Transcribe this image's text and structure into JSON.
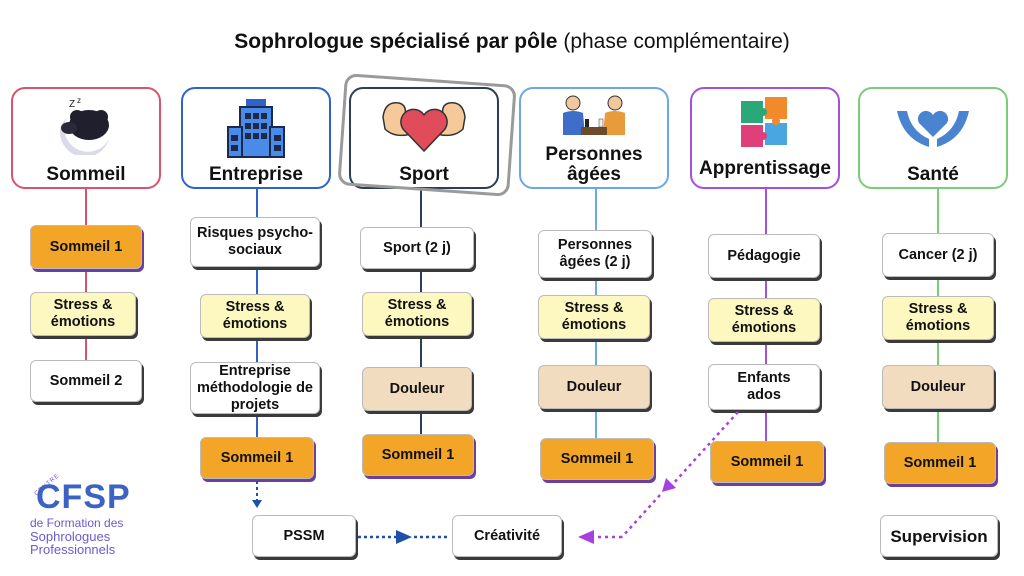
{
  "title": {
    "bold": "Sophrologue spécialisé par pôle",
    "normal": "(phase complémentaire)"
  },
  "colors": {
    "sommeil": "#d9536a",
    "entreprise": "#2f63c9",
    "sport": "#2c3e5a",
    "personnes": "#6aa8e8",
    "apprentissage": "#a450d8",
    "sante": "#7ccb78",
    "orange_box": "#f2a526",
    "yellow_box": "#fdf8c0",
    "tan_box": "#f1dcc0",
    "arrow_blue": "#1f4fa8",
    "arrow_purple": "#a640e0"
  },
  "poles": [
    {
      "key": "sommeil",
      "label": "Sommeil",
      "icon": "sleeping-sheep-icon",
      "boxes": [
        "Sommeil 1",
        "Stress & émotions",
        "Sommeil 2"
      ]
    },
    {
      "key": "entreprise",
      "label": "Entreprise",
      "icon": "office-building-icon",
      "boxes": [
        "Risques psycho-sociaux",
        "Stress & émotions",
        "Entreprise méthodologie de projets",
        "Sommeil 1"
      ]
    },
    {
      "key": "sport",
      "label": "Sport",
      "icon": "heart-muscle-icon",
      "boxes": [
        "Sport (2 j)",
        "Stress & émotions",
        "Douleur",
        "Sommeil 1"
      ]
    },
    {
      "key": "personnes",
      "label": "Personnes âgées",
      "icon": "elderly-chess-icon",
      "boxes": [
        "Personnes âgées (2 j)",
        "Stress & émotions",
        "Douleur",
        "Sommeil 1"
      ]
    },
    {
      "key": "apprentissage",
      "label": "Apprentissage",
      "icon": "puzzle-icon",
      "boxes": [
        "Pédagogie",
        "Stress & émotions",
        "Enfants ados",
        "Sommeil 1"
      ]
    },
    {
      "key": "sante",
      "label": "Santé",
      "icon": "hands-heart-icon",
      "boxes": [
        "Cancer (2 j)",
        "Stress & émotions",
        "Douleur",
        "Sommeil 1"
      ]
    }
  ],
  "bottom": {
    "pssm": "PSSM",
    "creativite": "Créativité",
    "supervision": "Supervision"
  },
  "logo": {
    "letters": "CFSP",
    "small": "CENTRE",
    "line1": "de Formation des",
    "line2": "Sophrologues",
    "line3": "Professionnels"
  }
}
